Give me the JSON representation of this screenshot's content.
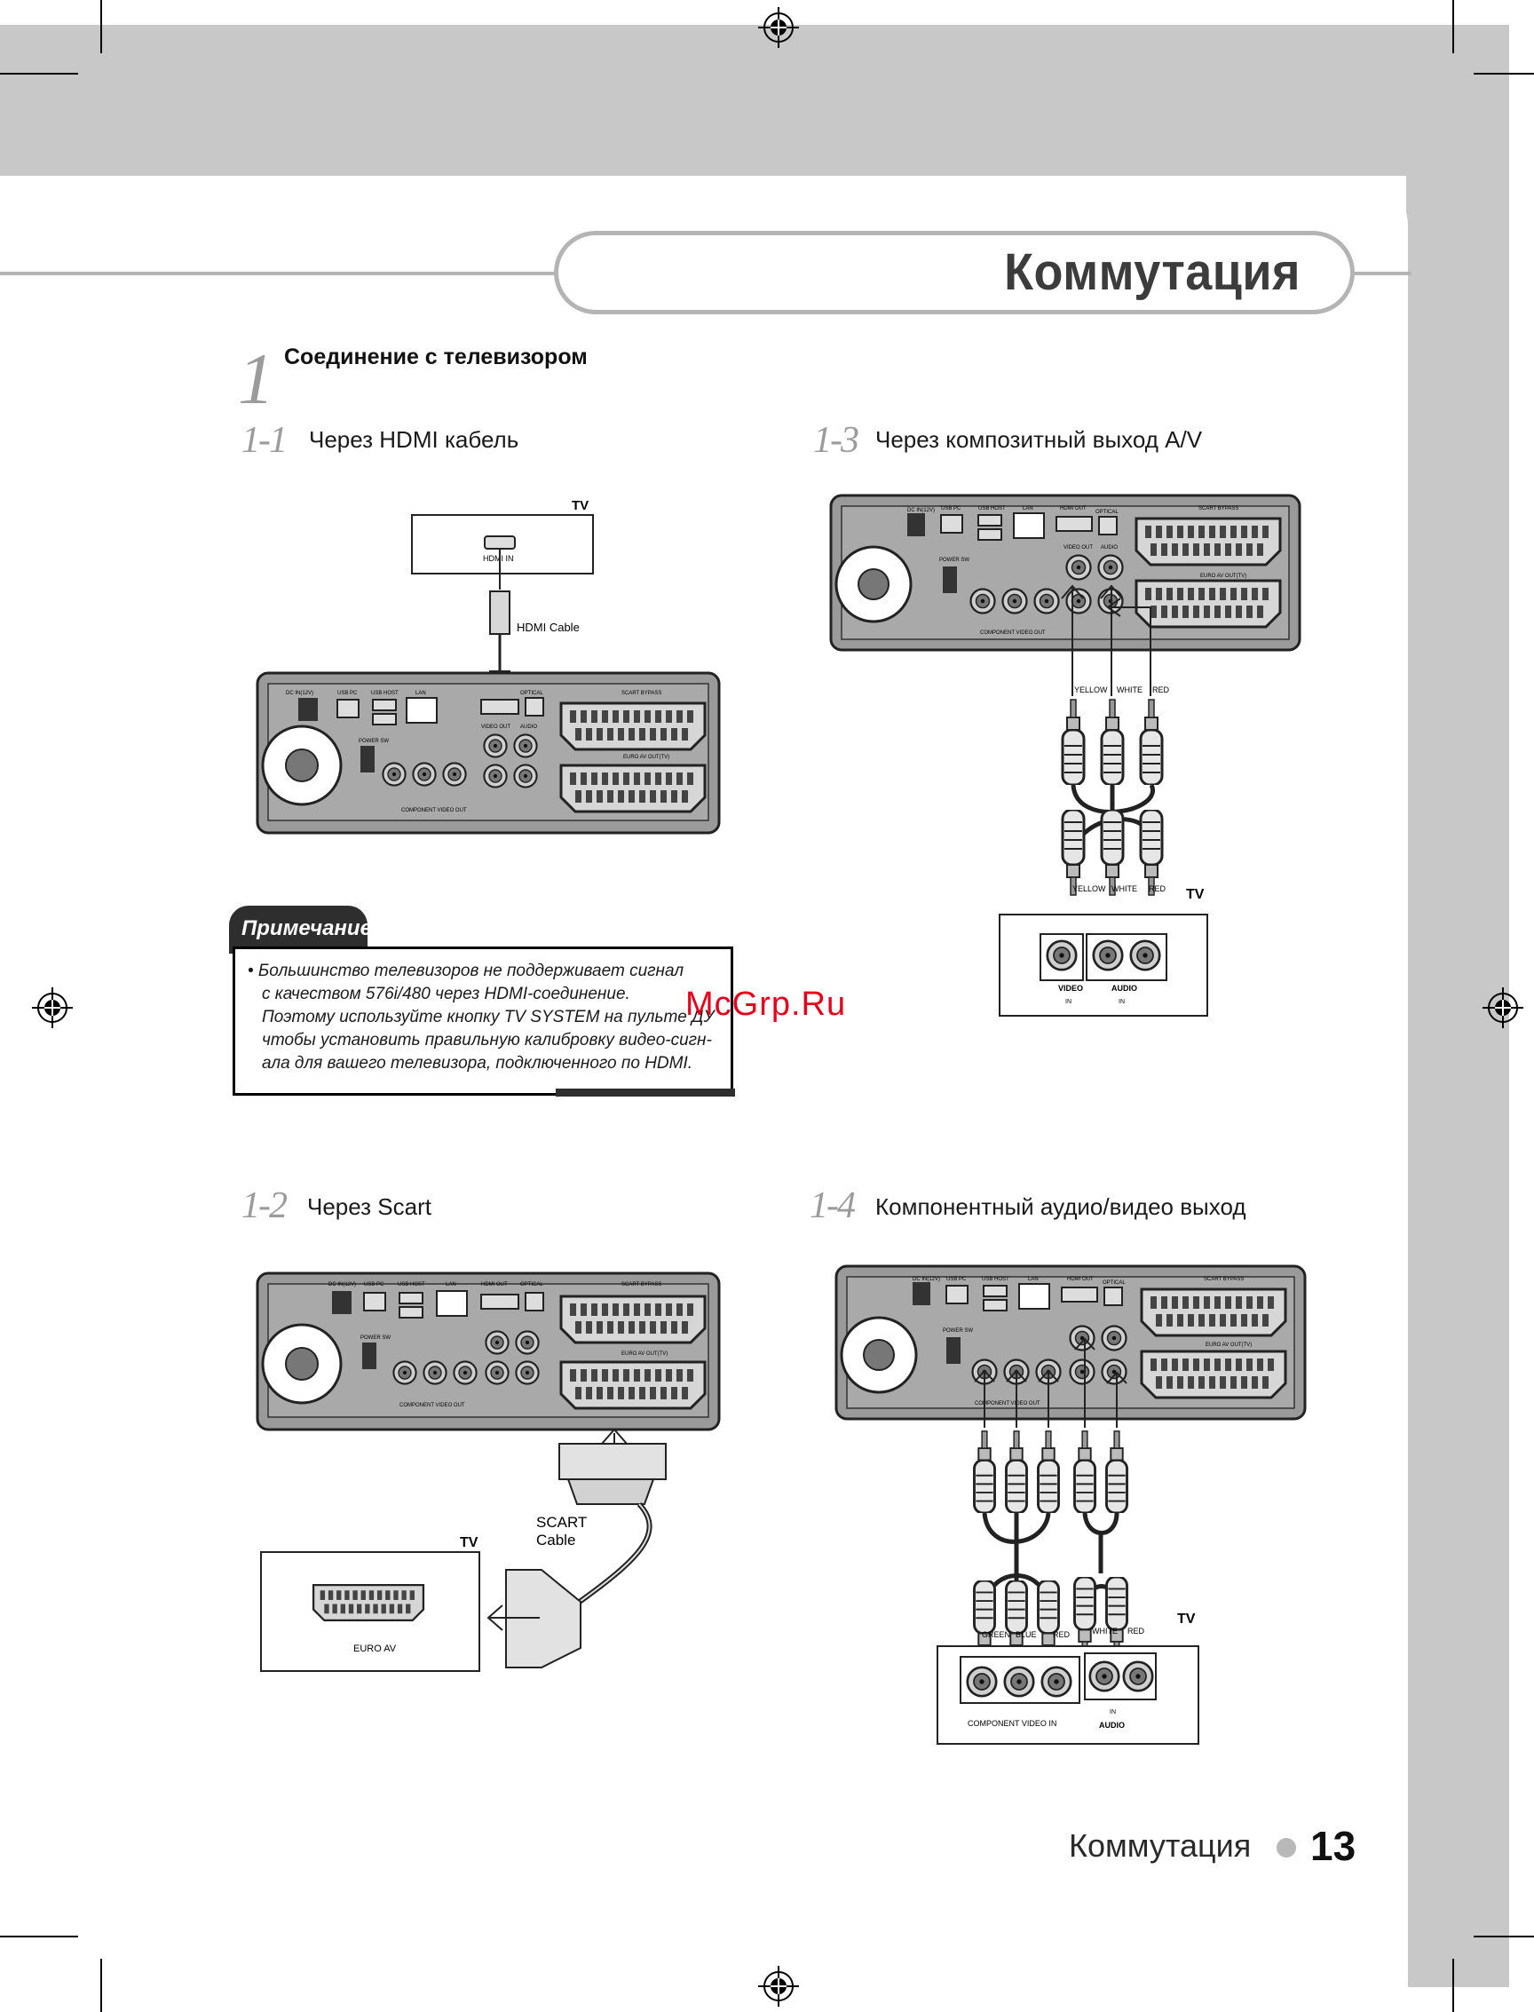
{
  "header": {
    "title": "Коммутация"
  },
  "section": {
    "number": "1",
    "title": "Соединение с телевизором"
  },
  "subsections": [
    {
      "number": "1-1",
      "title": "Через HDMI кабель"
    },
    {
      "number": "1-2",
      "title": "Через Scart"
    },
    {
      "number": "1-3",
      "title": "Через композитный выход A/V"
    },
    {
      "number": "1-4",
      "title": "Компонентный аудио/видео выход"
    }
  ],
  "device_labels": {
    "dc_in": "DC IN(12V)",
    "usb_pc": "USB PC",
    "usb_host": "USB HOST",
    "lan": "LAN",
    "hdmi_out": "HDMI OUT",
    "optical": "OPTICAL",
    "scart_bypass": "SCART BYPASS",
    "power_sw": "POWER SW",
    "video_out": "VIDEO OUT",
    "audio": "AUDIO",
    "euro_av_out": "EURO AV OUT(TV)",
    "component_video_out": "COMPONENT VIDEO OUT"
  },
  "hdmi_diagram": {
    "tv": "TV",
    "port": "HDMI IN",
    "cable": "HDMI Cable"
  },
  "scart_diagram": {
    "tv": "TV",
    "cable_line1": "SCART",
    "cable_line2": "Cable",
    "port": "EURO AV"
  },
  "composite_diagram": {
    "tv": "TV",
    "plugs": [
      "YELLOW",
      "WHITE",
      "RED"
    ],
    "video": "VIDEO",
    "audio": "AUDIO",
    "in": "IN"
  },
  "component_diagram": {
    "tv": "TV",
    "video_plugs": [
      "GREEN",
      "BLUE",
      "RED"
    ],
    "audio_plugs": [
      "WHITE",
      "RED"
    ],
    "component_in": "COMPONENT VIDEO IN",
    "audio": "AUDIO",
    "in": "IN"
  },
  "note": {
    "label": "Примечание",
    "lines": [
      "• Большинство телевизоров не поддерживает сигнал",
      "с качеством 576i/480 через HDMI-соединение.",
      "Поэтому используйте кнопку TV SYSTEM на пульте ДУ",
      "чтобы установить правильную калибровку видео-сигн-",
      "ала для вашего телевизора, подключенного по HDMI."
    ]
  },
  "watermark": "McGrp.Ru",
  "footer": {
    "label": "Коммутация",
    "page": "13"
  }
}
